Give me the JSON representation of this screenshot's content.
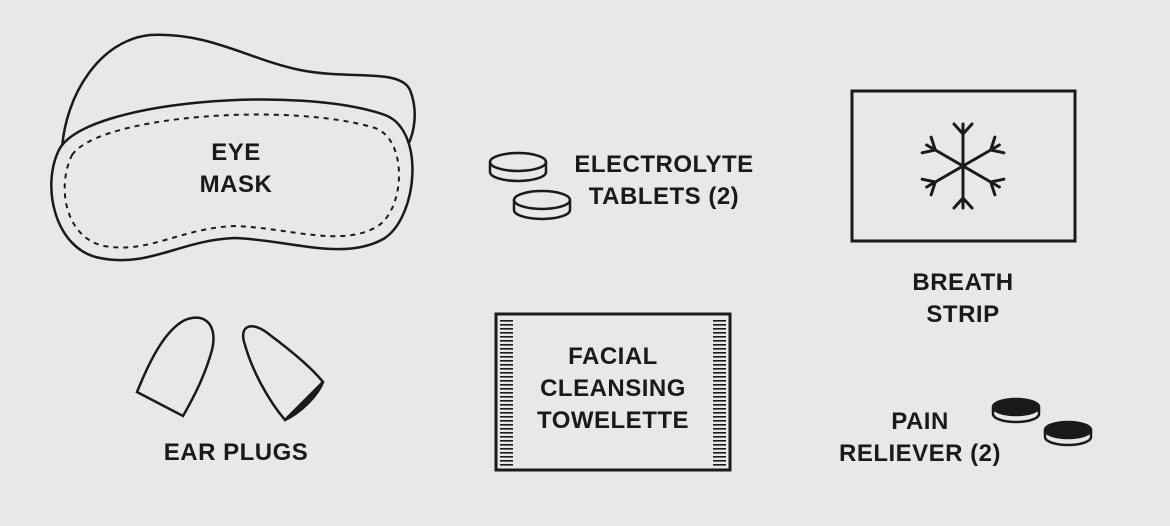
{
  "items": {
    "eye_mask": {
      "line1": "EYE",
      "line2": "MASK",
      "icon": "eye-mask-icon"
    },
    "electrolyte": {
      "line1": "ELECTROLYTE",
      "line2": "TABLETS (2)",
      "icon": "tablets-icon"
    },
    "breath_strip": {
      "line1": "BREATH",
      "line2": "STRIP",
      "icon": "snowflake-icon"
    },
    "ear_plugs": {
      "line1": "EAR PLUGS",
      "icon": "ear-plugs-icon"
    },
    "towelette": {
      "line1": "FACIAL",
      "line2": "CLEANSING",
      "line3": "TOWELETTE",
      "icon": "towelette-icon"
    },
    "pain_reliever": {
      "line1": "PAIN",
      "line2": "RELIEVER (2)",
      "icon": "pills-icon"
    }
  },
  "colors": {
    "background": "#e8e8e8",
    "ink": "#1a1a1a"
  }
}
